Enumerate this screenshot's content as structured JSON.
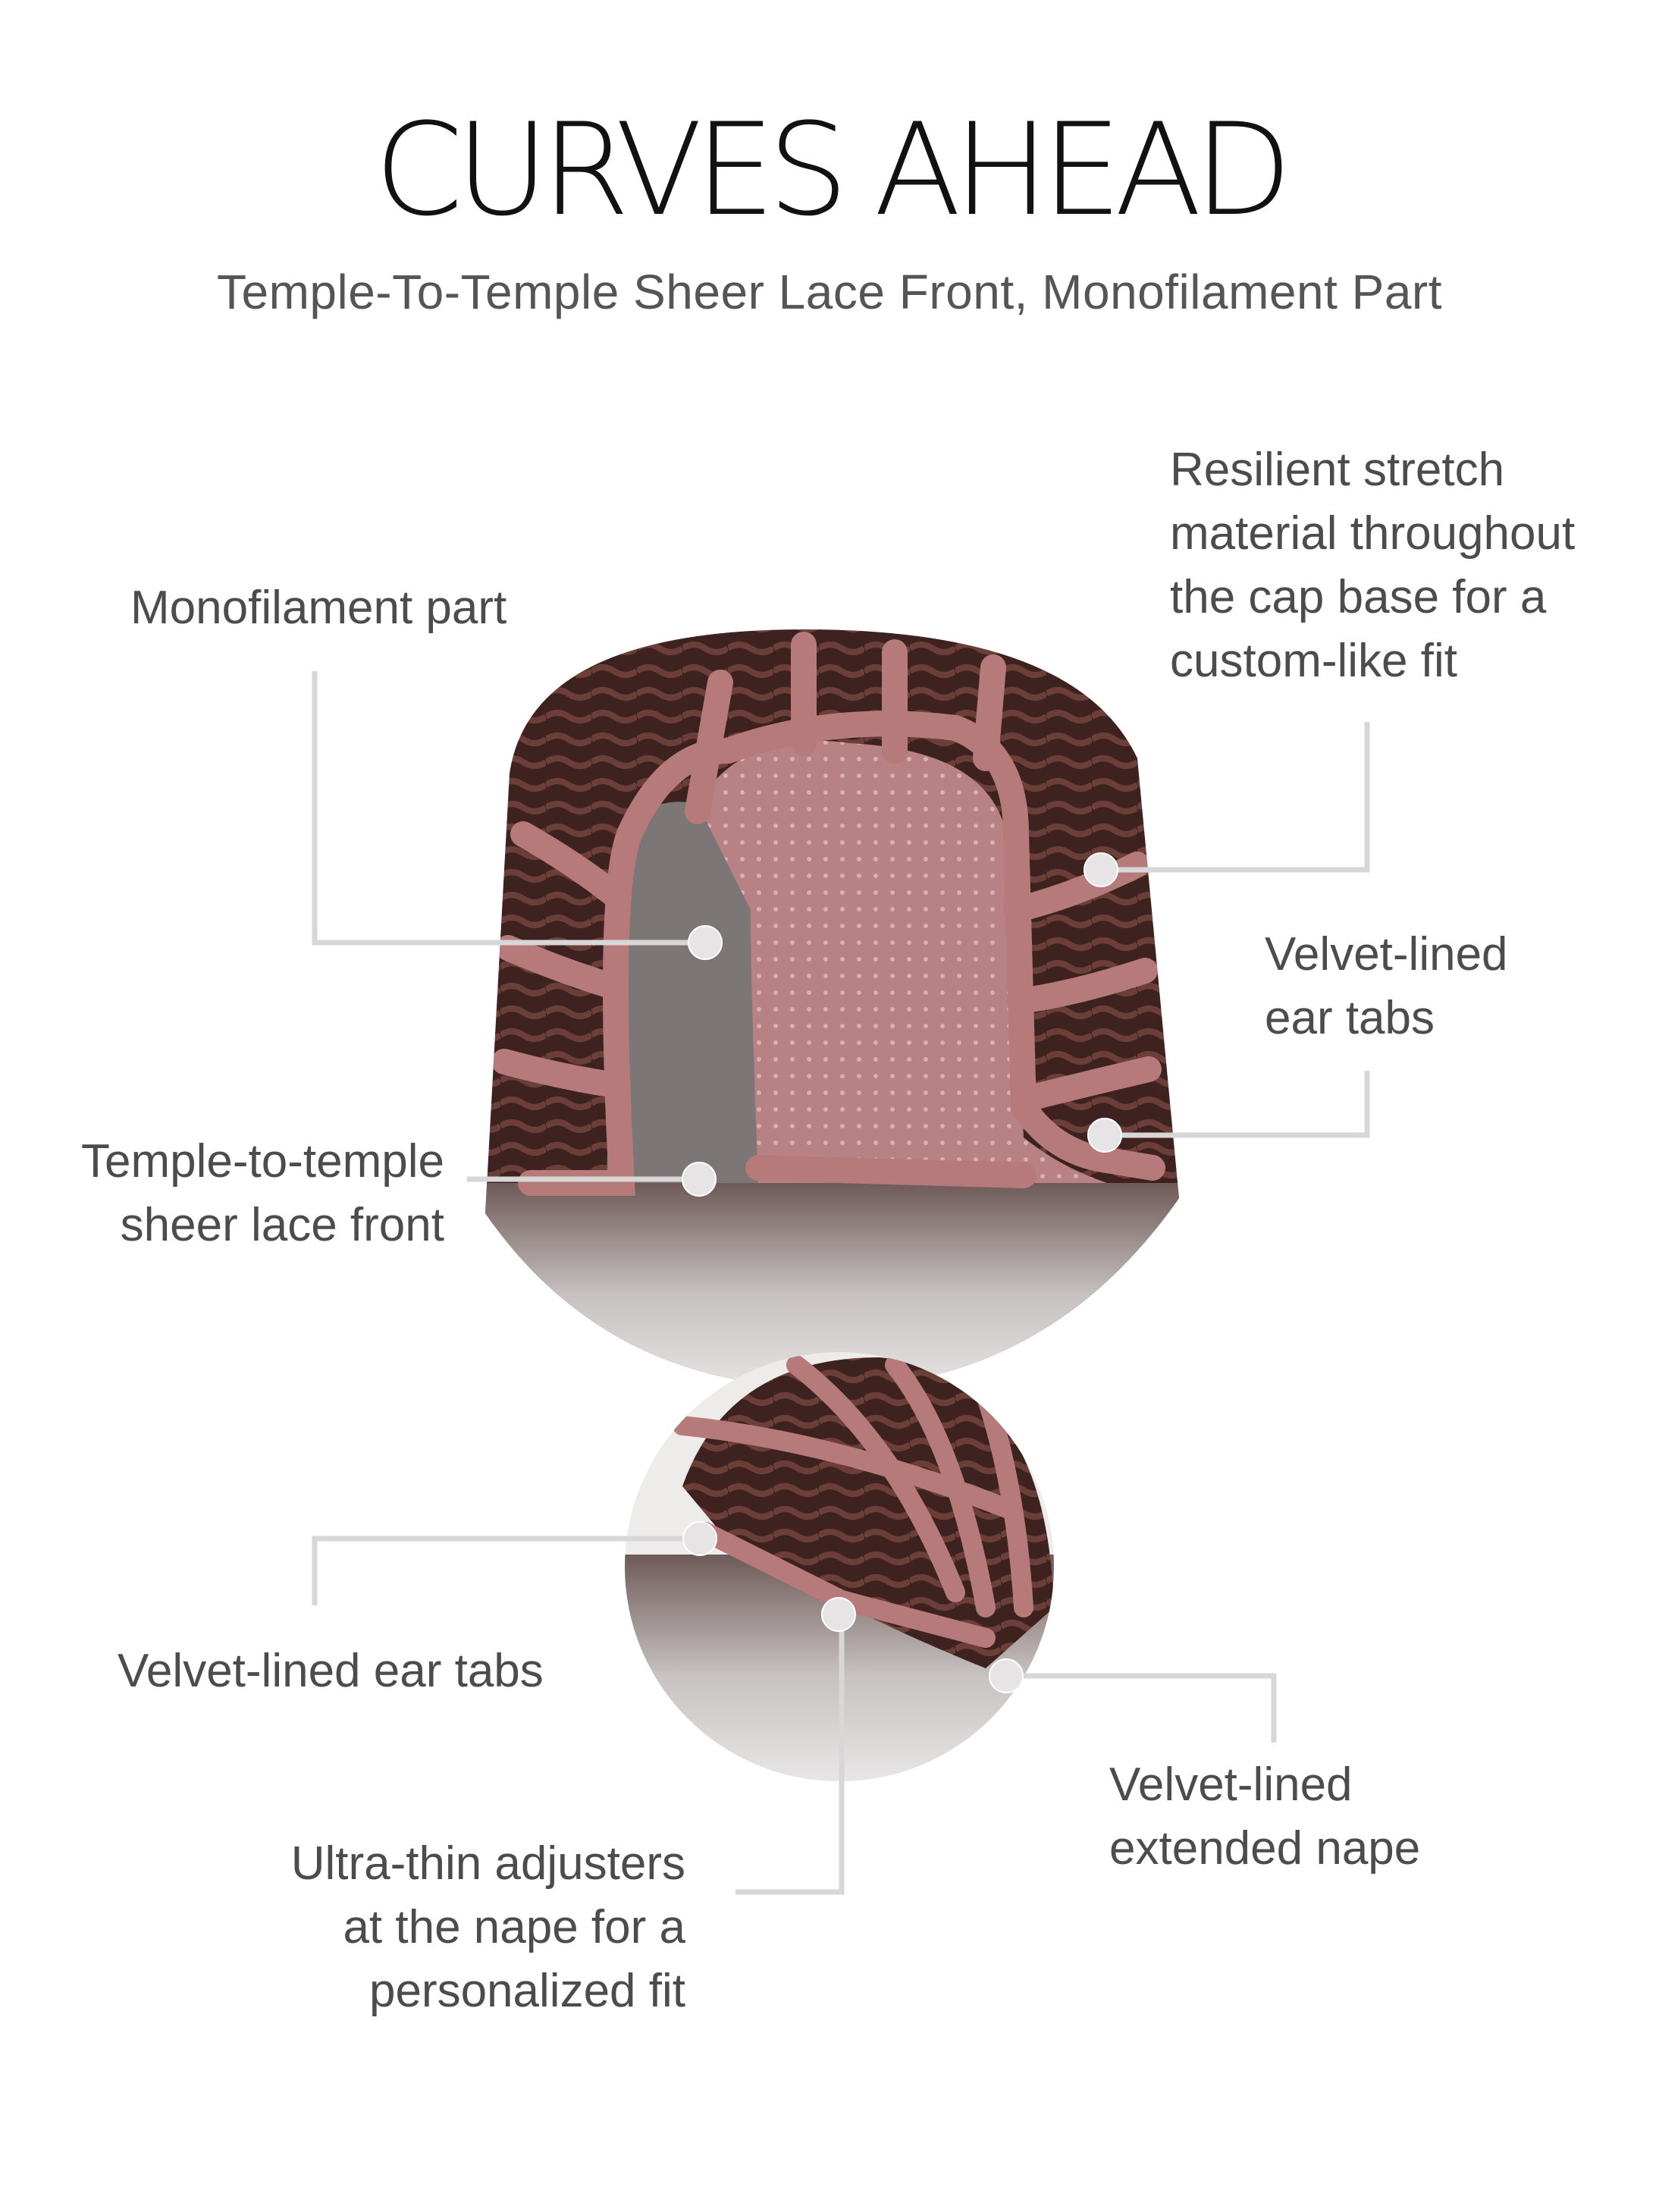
{
  "title": "CURVES AHEAD",
  "subtitle": "Temple-To-Temple Sheer Lace Front, Monofilament Part",
  "callouts": {
    "monofilament_part": "Monofilament part",
    "resilient_stretch": [
      "Resilient stretch",
      "material throughout",
      "the cap base for a",
      "custom-like fit"
    ],
    "velvet_ear_tabs_top": [
      "Velvet-lined",
      "ear tabs"
    ],
    "lace_front": [
      "Temple-to-temple",
      "sheer lace front"
    ],
    "velvet_ear_tabs_bottom": "Velvet-lined ear tabs",
    "extended_nape": [
      "Velvet-lined",
      "extended nape"
    ],
    "adjusters": [
      "Ultra-thin adjusters",
      "at the nape for a",
      "personalized fit"
    ]
  },
  "colors": {
    "leader": "#d9d6d8",
    "cap_pink": "#b97c7c",
    "hair_dark": "#4a2a26",
    "hair_silver": "#c9c4c4"
  }
}
